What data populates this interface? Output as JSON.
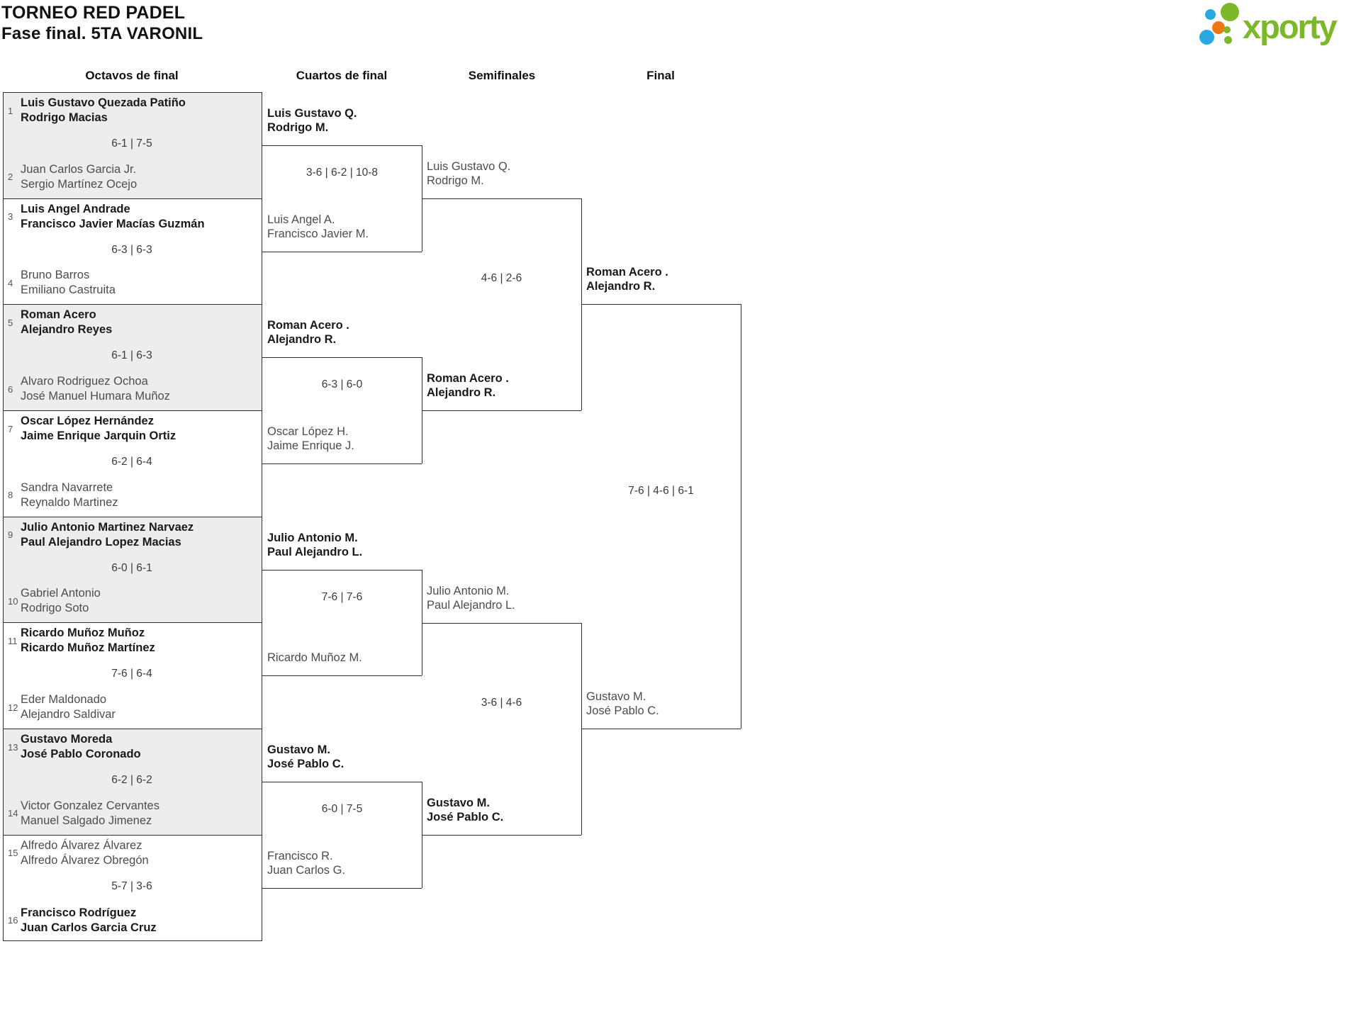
{
  "title": "TORNEO RED PADEL",
  "subtitle": "Fase final. 5TA VARONIL",
  "logo": {
    "text": "xporty"
  },
  "rounds": [
    "Octavos de final",
    "Cuartos de final",
    "Semifinales",
    "Final"
  ],
  "colors": {
    "border": "#2e2e2e",
    "shade": "#ededed",
    "winner_text": "#1a1a1a",
    "loser_text": "#4d4d4d",
    "score_text": "#3a3a3a",
    "seed_text": "#555555",
    "logo_green": "#7cb829",
    "logo_blue": "#29a9e1",
    "logo_orange": "#ee7711"
  },
  "chart_data": {
    "type": "bracket",
    "rounds": [
      "Octavos de final",
      "Cuartos de final",
      "Semifinales",
      "Final"
    ],
    "octavos": [
      {
        "seed1": "1",
        "team1": [
          "Luis Gustavo Quezada Patiño",
          "Rodrigo Macias"
        ],
        "winner1": true,
        "score": "6-1 | 7-5",
        "seed2": "2",
        "team2": [
          "Juan Carlos Garcia Jr.",
          "Sergio Martínez Ocejo"
        ],
        "winner2": false,
        "shaded": true
      },
      {
        "seed1": "3",
        "team1": [
          "Luis Angel Andrade",
          "Francisco Javier Macías Guzmán"
        ],
        "winner1": true,
        "score": "6-3 | 6-3",
        "seed2": "4",
        "team2": [
          "Bruno Barros",
          "Emiliano Castruita"
        ],
        "winner2": false,
        "shaded": false
      },
      {
        "seed1": "5",
        "team1": [
          "Roman Acero",
          "Alejandro Reyes"
        ],
        "winner1": true,
        "score": "6-1 | 6-3",
        "seed2": "6",
        "team2": [
          "Alvaro Rodriguez Ochoa",
          "José Manuel Humara Muñoz"
        ],
        "winner2": false,
        "shaded": true
      },
      {
        "seed1": "7",
        "team1": [
          "Oscar López Hernández",
          "Jaime Enrique Jarquin Ortiz"
        ],
        "winner1": true,
        "score": "6-2 | 6-4",
        "seed2": "8",
        "team2": [
          "Sandra Navarrete",
          "Reynaldo Martinez"
        ],
        "winner2": false,
        "shaded": false
      },
      {
        "seed1": "9",
        "team1": [
          "Julio Antonio Martinez Narvaez",
          "Paul Alejandro Lopez Macias"
        ],
        "winner1": true,
        "score": "6-0 | 6-1",
        "seed2": "10",
        "team2": [
          "Gabriel Antonio",
          "Rodrigo Soto"
        ],
        "winner2": false,
        "shaded": true
      },
      {
        "seed1": "11",
        "team1": [
          "Ricardo Muñoz Muñoz",
          "Ricardo Muñoz Martínez"
        ],
        "winner1": true,
        "score": "7-6 | 6-4",
        "seed2": "12",
        "team2": [
          "Eder Maldonado",
          "Alejandro Saldivar"
        ],
        "winner2": false,
        "shaded": false
      },
      {
        "seed1": "13",
        "team1": [
          "Gustavo Moreda",
          "José Pablo Coronado"
        ],
        "winner1": true,
        "score": "6-2 | 6-2",
        "seed2": "14",
        "team2": [
          "Victor Gonzalez Cervantes",
          "Manuel Salgado Jimenez"
        ],
        "winner2": false,
        "shaded": true
      },
      {
        "seed1": "15",
        "team1": [
          "Alfredo Álvarez Álvarez",
          "Alfredo Álvarez Obregón"
        ],
        "winner1": false,
        "score": "5-7 | 3-6",
        "seed2": "16",
        "team2": [
          "Francisco Rodríguez",
          "Juan Carlos Garcia Cruz"
        ],
        "winner2": true,
        "shaded": false
      }
    ],
    "cuartos": [
      {
        "team1": [
          "Luis Gustavo Q.",
          "Rodrigo M."
        ],
        "winner1": true,
        "score": "3-6 | 6-2 | 10-8",
        "team2": [
          "Luis Angel A.",
          "Francisco Javier M."
        ],
        "winner2": false
      },
      {
        "team1": [
          "Roman Acero .",
          "Alejandro R."
        ],
        "winner1": true,
        "score": "6-3 | 6-0",
        "team2": [
          "Oscar López H.",
          "Jaime Enrique J."
        ],
        "winner2": false
      },
      {
        "team1": [
          "Julio Antonio M.",
          "Paul Alejandro L."
        ],
        "winner1": true,
        "score": "7-6 | 7-6",
        "team2": [
          "Ricardo Muñoz M."
        ],
        "winner2": false
      },
      {
        "team1": [
          "Gustavo M.",
          "José Pablo C."
        ],
        "winner1": true,
        "score": "6-0 | 7-5",
        "team2": [
          "Francisco R.",
          "Juan Carlos G."
        ],
        "winner2": false
      }
    ],
    "semifinales": [
      {
        "team1": [
          "Luis Gustavo Q.",
          "Rodrigo M."
        ],
        "winner1": false,
        "score": "4-6 | 2-6",
        "team2": [
          "Roman Acero .",
          "Alejandro R."
        ],
        "winner2": true
      },
      {
        "team1": [
          "Julio Antonio M.",
          "Paul Alejandro L."
        ],
        "winner1": false,
        "score": "3-6 | 4-6",
        "team2": [
          "Gustavo M.",
          "José Pablo C."
        ],
        "winner2": true
      }
    ],
    "final": [
      {
        "team1": [
          "Roman Acero .",
          "Alejandro R."
        ],
        "winner1": true,
        "score": "7-6 | 4-6 | 6-1",
        "team2": [
          "Gustavo M.",
          "José Pablo C."
        ],
        "winner2": false
      }
    ]
  }
}
